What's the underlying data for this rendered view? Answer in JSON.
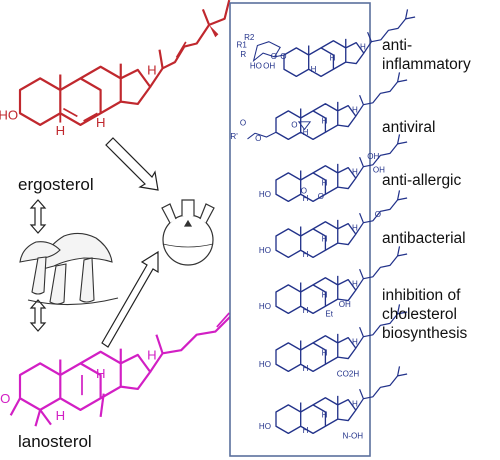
{
  "colors": {
    "ergosterol": "#c0282e",
    "lanosterol": "#d21fc4",
    "derivatives": "#22328a",
    "panel_border": "#5a6f9c",
    "arrow": "#222222",
    "text": "#111111"
  },
  "natural_products": {
    "ergosterol": {
      "name": "ergosterol",
      "atoms": {
        "ho": "HO",
        "h1": "H",
        "h2": "H",
        "h3": "H"
      }
    },
    "lanosterol": {
      "name": "lanosterol",
      "atoms": {
        "ho": "HO",
        "h1": "H",
        "h2": "H",
        "h3": "H"
      }
    }
  },
  "source_icon": "mushroom-icon",
  "reaction_icon": "round-bottom-flask-icon",
  "activities": [
    {
      "label_lines": [
        "anti-",
        "inflammatory"
      ]
    },
    {
      "label_lines": [
        "antiviral"
      ]
    },
    {
      "label_lines": [
        "anti-allergic"
      ]
    },
    {
      "label_lines": [
        "antibacterial"
      ]
    },
    {
      "label_lines": [
        "inhibition of",
        "cholesterol",
        "biosynthesis"
      ]
    }
  ],
  "derivatives": [
    {
      "atoms": [
        "R2",
        "R1",
        "R",
        "HO",
        "O",
        "OH",
        "O",
        "H",
        "H",
        "H"
      ]
    },
    {
      "atoms": [
        "R'",
        "O",
        "O",
        "O",
        "H",
        "H",
        "H"
      ]
    },
    {
      "atoms": [
        "OH",
        "OH",
        "O",
        "O",
        "HO",
        "H",
        "H",
        "H"
      ]
    },
    {
      "atoms": [
        "O",
        "HO",
        "H",
        "H",
        "H"
      ]
    },
    {
      "atoms": [
        "OH",
        "HO",
        "Et",
        "H",
        "H",
        "H"
      ]
    },
    {
      "atoms": [
        "CO2H",
        "HO",
        "H",
        "H",
        "H"
      ]
    },
    {
      "atoms": [
        "N-OH",
        "HO",
        "H",
        "H",
        "H"
      ]
    }
  ]
}
